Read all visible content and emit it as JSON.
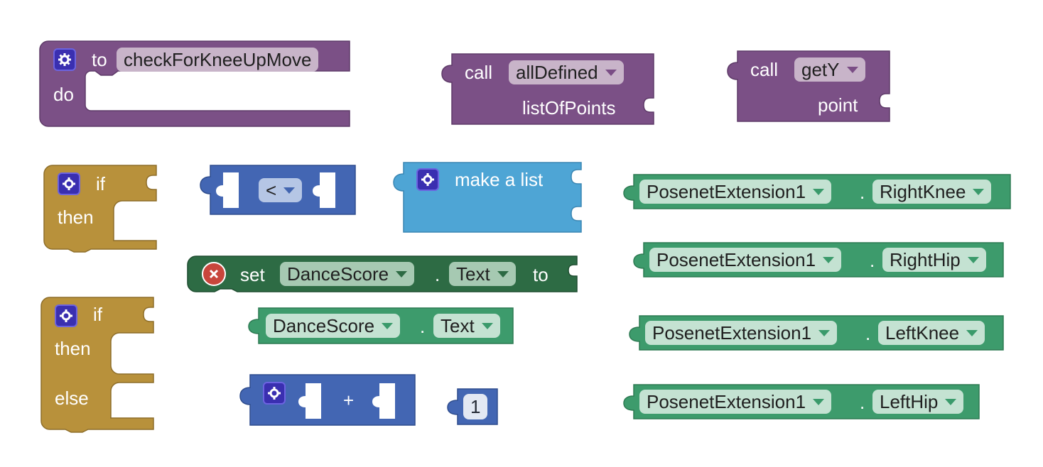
{
  "colors": {
    "procedure": "#7b5086",
    "control": "#b8913b",
    "math": "#4366b3",
    "list": "#4ea5d5",
    "component": "#3d9b6c",
    "setter": "#2d6b44"
  },
  "procedure_def": {
    "to_label": "to",
    "name": "checkForKneeUpMove",
    "do_label": "do"
  },
  "call_all_defined": {
    "call_label": "call",
    "proc_name": "allDefined",
    "param_label": "listOfPoints"
  },
  "call_get_y": {
    "call_label": "call",
    "proc_name": "getY",
    "param_label": "point"
  },
  "if_block": {
    "if_label": "if",
    "then_label": "then"
  },
  "if_else_block": {
    "if_label": "if",
    "then_label": "then",
    "else_label": "else"
  },
  "compare_block": {
    "operator": "<"
  },
  "make_list_block": {
    "label": "make a list"
  },
  "set_block": {
    "set_label": "set",
    "component": "DanceScore",
    "dot": ".",
    "property": "Text",
    "to_label": "to"
  },
  "getter_block": {
    "component": "DanceScore",
    "dot": ".",
    "property": "Text"
  },
  "add_block": {
    "operator": "+"
  },
  "number_block": {
    "value": "1"
  },
  "posenet_blocks": [
    {
      "component": "PosenetExtension1",
      "dot": ".",
      "property": "RightKnee"
    },
    {
      "component": "PosenetExtension1",
      "dot": ".",
      "property": "RightHip"
    },
    {
      "component": "PosenetExtension1",
      "dot": ".",
      "property": "LeftKnee"
    },
    {
      "component": "PosenetExtension1",
      "dot": ".",
      "property": "LeftHip"
    }
  ]
}
